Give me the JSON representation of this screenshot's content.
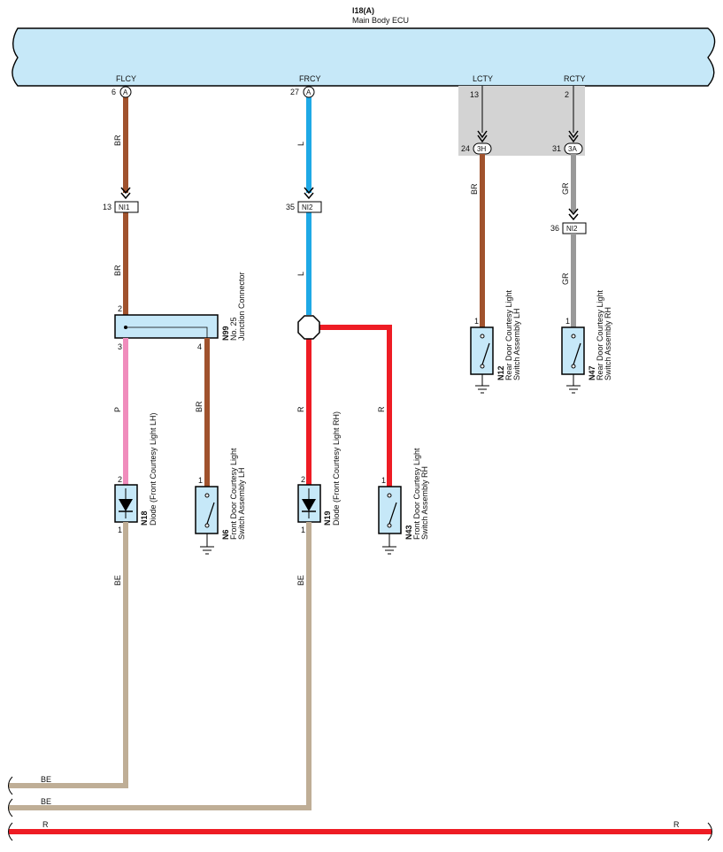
{
  "ecu": {
    "code": "I18(A)",
    "name": "Main Body ECU"
  },
  "pins": {
    "flcy": {
      "label": "FLCY",
      "num": "6",
      "conn": "A"
    },
    "frcy": {
      "label": "FRCY",
      "num": "27",
      "conn": "A"
    },
    "lcty": {
      "label": "LCTY",
      "num": "13"
    },
    "rcty": {
      "label": "RCTY",
      "num": "2"
    }
  },
  "junctions": {
    "j3h": {
      "num": "24",
      "code": "3H"
    },
    "j3a": {
      "num": "31",
      "code": "3A"
    },
    "ni1": {
      "num": "13",
      "code": "NI1"
    },
    "ni2a": {
      "num": "35",
      "code": "NI2"
    },
    "ni2b": {
      "num": "36",
      "code": "NI2"
    }
  },
  "wires": {
    "br": "BR",
    "l": "L",
    "p": "P",
    "r": "R",
    "be": "BE",
    "gr": "GR"
  },
  "components": {
    "n99": {
      "code": "N99",
      "line1": "No. 25",
      "line2": "Junction Connector",
      "pin_in": "2",
      "pin_out1": "3",
      "pin_out2": "4"
    },
    "n18": {
      "code": "N18",
      "line1": "Diode (Front Courtesy Light LH)",
      "pin_top": "2",
      "pin_bottom": "1"
    },
    "n6": {
      "code": "N6",
      "line1": "Front Door Courtesy Light",
      "line2": "Switch Assembly LH",
      "pin": "1"
    },
    "n19": {
      "code": "N19",
      "line1": "Diode (Front Courtesy Light RH)",
      "pin_top": "2",
      "pin_bottom": "1"
    },
    "n43": {
      "code": "N43",
      "line1": "Front Door Courtesy Light",
      "line2": "Switch Assembly RH",
      "pin": "1"
    },
    "n12": {
      "code": "N12",
      "line1": "Rear Door Courtesy Light",
      "line2": "Switch Assembly LH",
      "pin": "1"
    },
    "n47": {
      "code": "N47",
      "line1": "Rear Door Courtesy Light",
      "line2": "Switch Assembly RH",
      "pin": "1"
    }
  },
  "bus": {
    "be1": "BE",
    "be2": "BE",
    "r_left": "R",
    "r_right": "R"
  },
  "colors": {
    "ecu_fill": "#c6e8f8",
    "br": "#a0522d",
    "l": "#1fa9e6",
    "p": "#f08cbc",
    "r": "#ee1c24",
    "be": "#bfae96",
    "gr": "#999999",
    "shade": "#d3d3d3"
  }
}
